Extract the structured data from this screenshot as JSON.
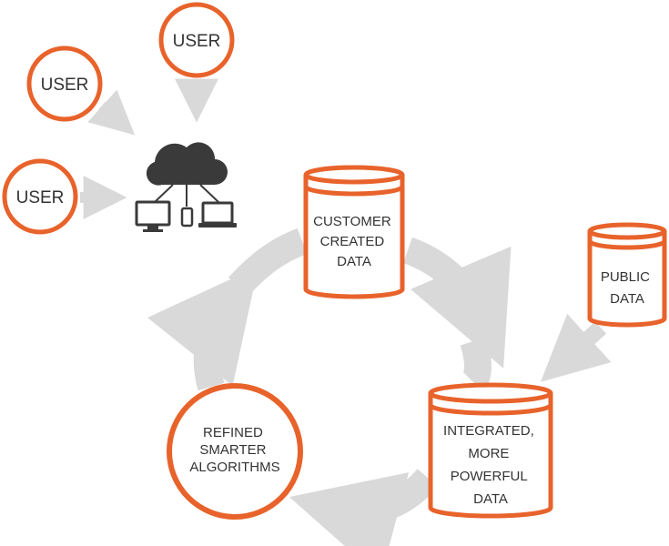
{
  "colors": {
    "accent": "#E8632B",
    "arrow": "#D9D9D9",
    "icon": "#3A3A3A",
    "text": "#333333"
  },
  "users": [
    {
      "label": "USER"
    },
    {
      "label": "USER"
    },
    {
      "label": "USER"
    }
  ],
  "cloud_icon": {
    "name": "cloud-devices-icon"
  },
  "databases": {
    "customer": {
      "lines": [
        "CUSTOMER",
        "CREATED",
        "DATA"
      ]
    },
    "public": {
      "lines": [
        "PUBLIC",
        "DATA"
      ]
    },
    "integrated": {
      "lines": [
        "INTEGRATED,",
        "MORE",
        "POWERFUL",
        "DATA"
      ]
    }
  },
  "algorithms": {
    "lines": [
      "REFINED",
      "SMARTER",
      "ALGORITHMS"
    ]
  }
}
